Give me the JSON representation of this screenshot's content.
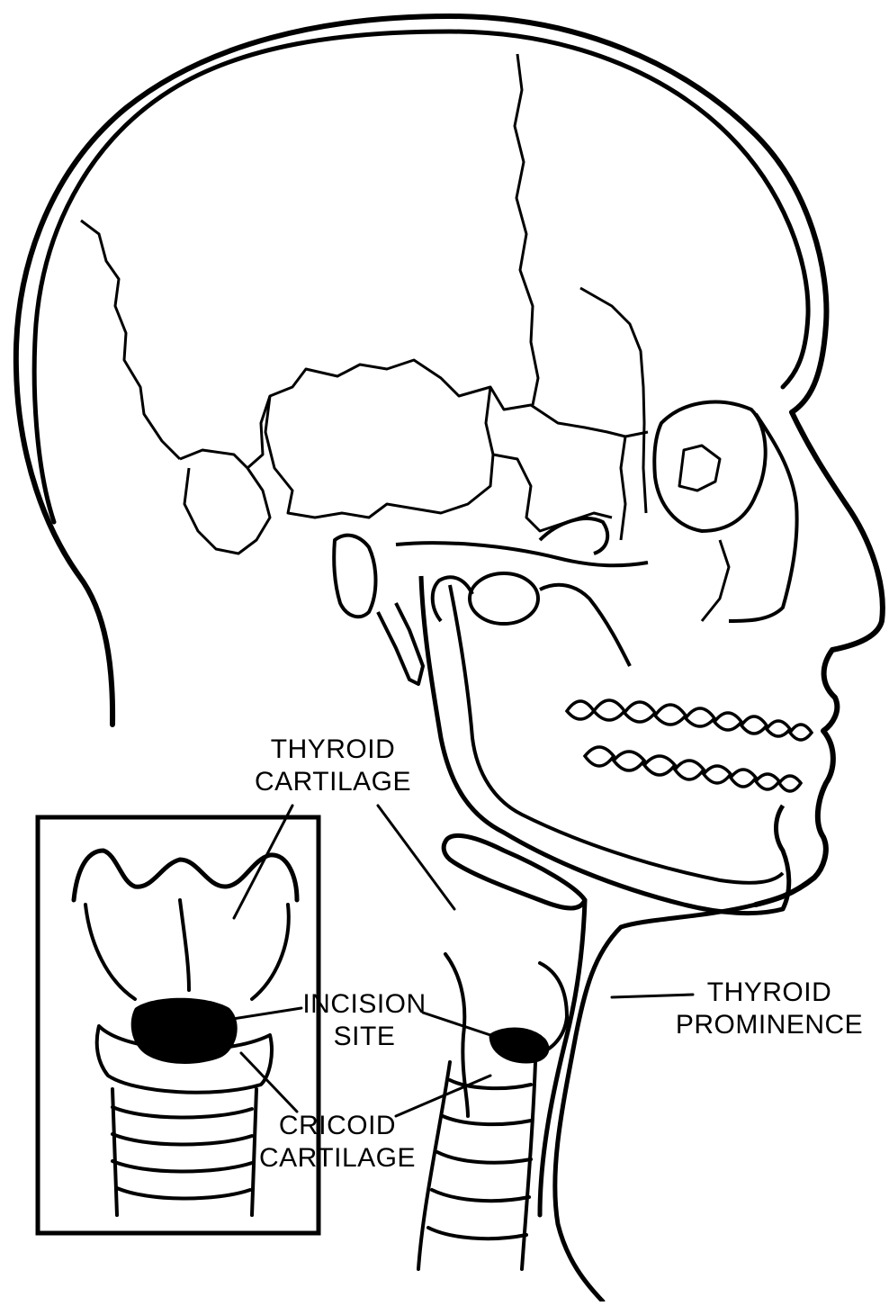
{
  "colors": {
    "background": "#ffffff",
    "ink": "#000000"
  },
  "labels": {
    "thyroid_cartilage": [
      "THYROID",
      "CARTILAGE"
    ],
    "incision_site": [
      "INCISION",
      "SITE"
    ],
    "cricoid_cartilage": [
      "CRICOID",
      "CARTILAGE"
    ],
    "thyroid_prominence": [
      "THYROID",
      "PROMINENCE"
    ]
  }
}
